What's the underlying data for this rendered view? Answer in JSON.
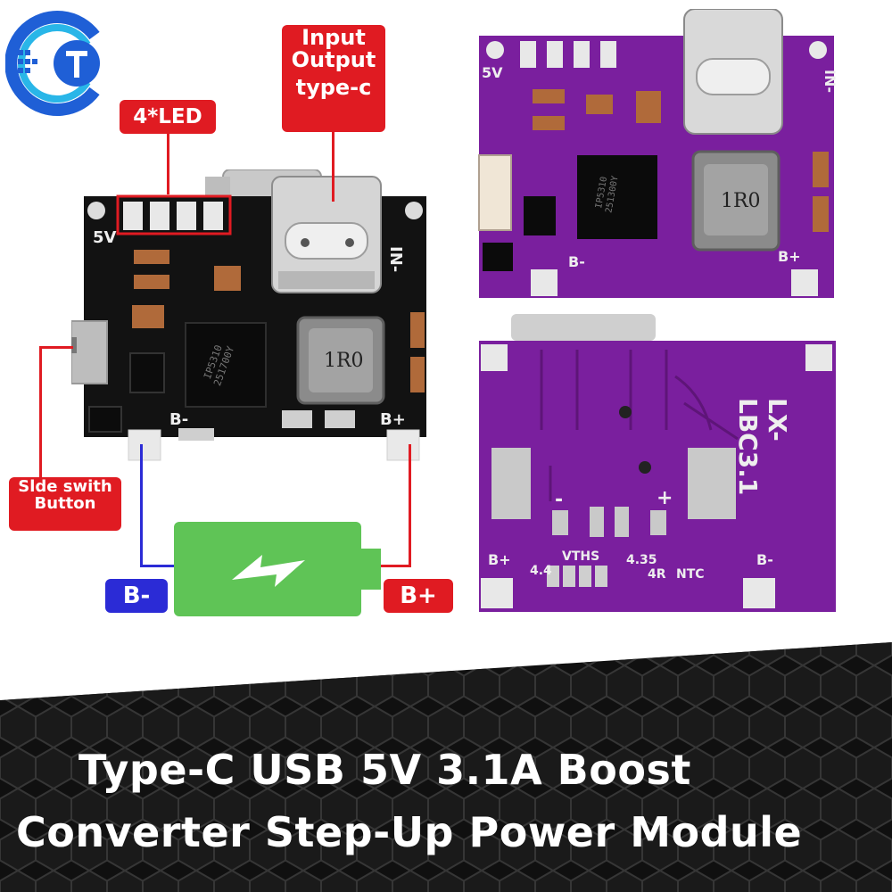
{
  "labels": {
    "leds": "4*LED",
    "port_line1": "Input",
    "port_line2": "Output",
    "port_line3": "type-c",
    "switch_line1": "Slde swith",
    "switch_line2": "Button",
    "battery_neg": "B-",
    "battery_pos": "B+"
  },
  "board_black": {
    "silk_5v": "5V",
    "silk_in": "IN-",
    "silk_bneg": "B-",
    "silk_bpos": "B+",
    "chip_line1": "IP5310",
    "chip_line2": "251700Y",
    "inductor": "1R0"
  },
  "board_purple_top": {
    "silk_5v": "5V",
    "silk_in": "IN-",
    "silk_bneg": "B-",
    "silk_bpos": "B+",
    "chip_line1": "IP5310",
    "chip_line2": "251300Y",
    "inductor": "1R0"
  },
  "board_purple_bottom": {
    "model": "LX-LBC3.1",
    "silk_bpos": "B+",
    "silk_bneg": "B-",
    "silk_minus": "-",
    "silk_plus": "+",
    "silk_44": "4.4",
    "silk_vths": "VTHS",
    "silk_435": "4.35",
    "silk_4r": "4R",
    "silk_ntc": "NTC"
  },
  "title": {
    "line1": "Type-C USB 5V 3.1A Boost",
    "line2": "Converter Step-Up Power Module"
  },
  "colors": {
    "label_red": "#e01b22",
    "label_blue": "#2b2bd6",
    "battery_green": "#5fc456",
    "pcb_black": "#121212",
    "pcb_purple": "#7a1f9e"
  },
  "icons": [
    "store-logo-icon",
    "battery-icon",
    "lightning-icon"
  ]
}
